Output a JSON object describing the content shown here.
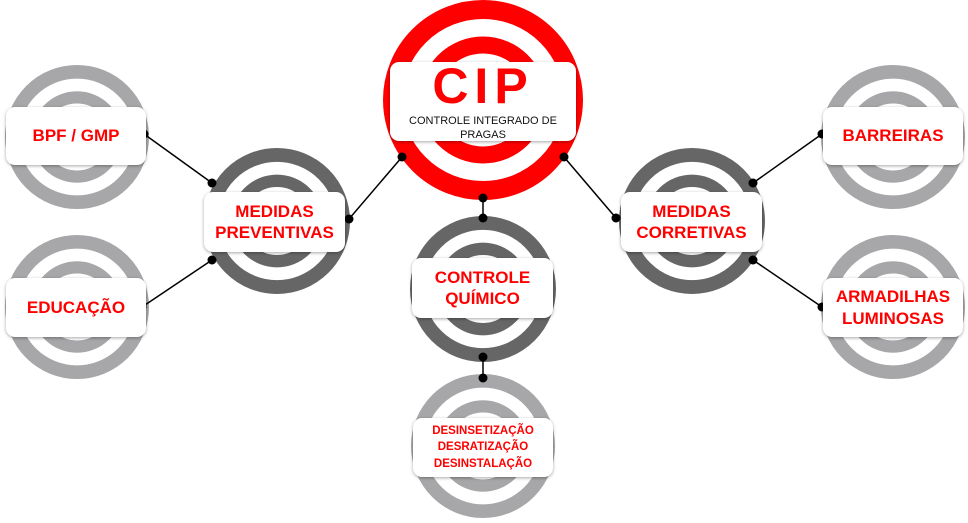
{
  "colors": {
    "center": "#ff0000",
    "dark": "#666666",
    "light": "#a7a7a9",
    "text": "#ff0000"
  },
  "center": {
    "title": "CIP",
    "subtitle": "CONTROLE INTEGRADO DE PRAGAS"
  },
  "nodes": {
    "bpf": "BPF / GMP",
    "educacao": "EDUCAÇÃO",
    "preventivas": [
      "MEDIDAS",
      "PREVENTIVAS"
    ],
    "quimico": [
      "CONTROLE",
      "QUÍMICO"
    ],
    "desin": [
      "DESINSETIZAÇÃO",
      "DESRATIZAÇÃO",
      "DESINSTALAÇÃO"
    ],
    "corretivas": [
      "MEDIDAS",
      "CORRETIVAS"
    ],
    "barreiras": "BARREIRAS",
    "armadilhas": [
      "ARMADILHAS",
      "LUMINOSAS"
    ]
  }
}
